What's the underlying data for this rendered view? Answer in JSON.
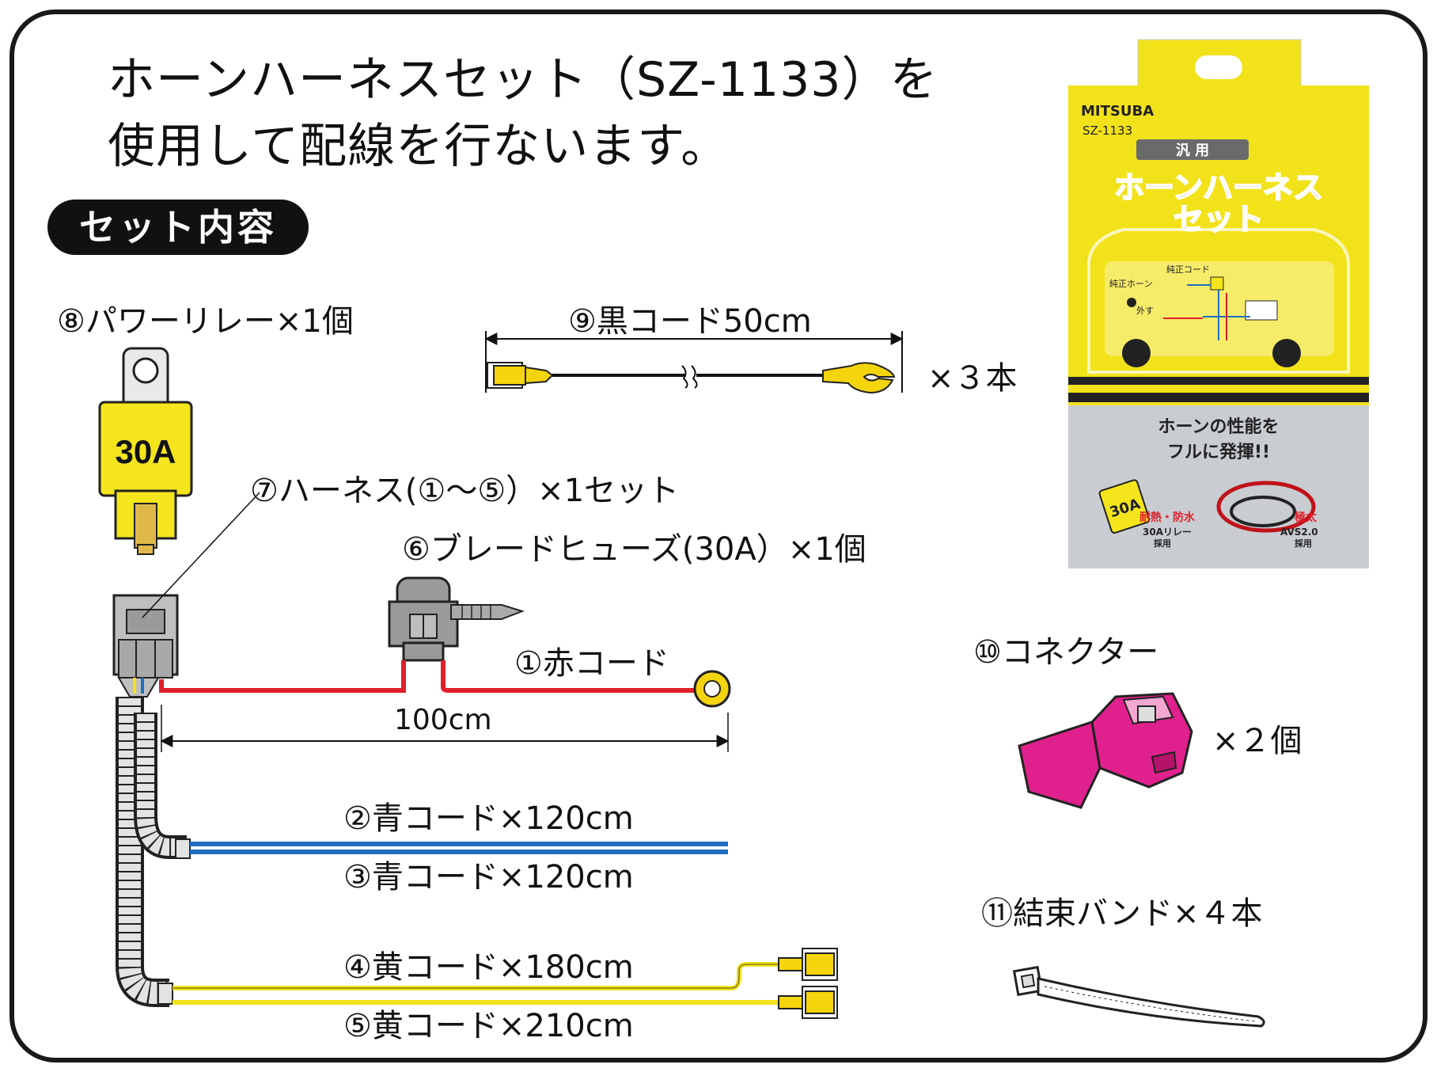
{
  "heading": {
    "line1": "ホーンハーネスセット（SZ-1133）を",
    "line2": "使用して配線を行ないます。"
  },
  "section_label": "セット内容",
  "items": {
    "relay": {
      "label": "⑧パワーリレー×1個",
      "rating": "30A"
    },
    "black_cord": {
      "label": "⑨黒コード50cm",
      "qty": "×３本"
    },
    "harness": {
      "label": "⑦ハーネス(①〜⑤）×1セット"
    },
    "fuse": {
      "label": "⑥ブレードヒューズ(30A）×1個"
    },
    "red_cord": {
      "label": "①赤コード",
      "length": "100cm"
    },
    "blue_cord_2": {
      "label": "②青コード×120cm"
    },
    "blue_cord_3": {
      "label": "③青コード×120cm"
    },
    "yellow_cord_4": {
      "label": "④黄コード×180cm"
    },
    "yellow_cord_5": {
      "label": "⑤黄コード×210cm"
    },
    "connector": {
      "label": "⑩コネクター",
      "qty": "×２個"
    },
    "cable_tie": {
      "label": "⑪結束バンド×４本"
    }
  },
  "package": {
    "brand": "MITSUBA",
    "model": "SZ-1133",
    "badge": "汎 用",
    "title_line1": "ホーンハーネス",
    "title_line2": "セット",
    "diagram_label1": "純正コード",
    "diagram_label2": "純正ホーン",
    "diagram_label3": "外す",
    "slogan_line1": "ホーンの性能を",
    "slogan_line2": "フルに発揮!!",
    "relay_rating": "30A",
    "feature1_line1": "耐熱・防水",
    "feature1_line2": "30Aリレー",
    "feature1_line3": "採用",
    "feature2_line1": "極太",
    "feature2_line2": "AVS2.0",
    "feature2_line3": "採用"
  },
  "colors": {
    "red_wire": "#e0202a",
    "blue_wire": "#1f6fc0",
    "yellow_wire": "#f2e21a",
    "relay_yellow": "#f4e51c",
    "connector_pink": "#e0208c",
    "package_yellow": "#f2e21a"
  }
}
